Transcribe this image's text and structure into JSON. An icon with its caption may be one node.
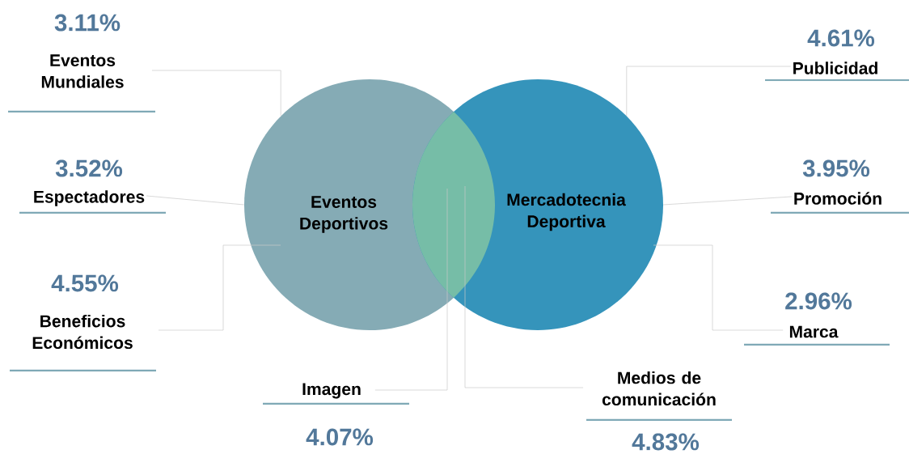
{
  "diagram": {
    "nodes": [
      {
        "text": [
          "Eventos Deportivos"
        ]
      },
      {
        "text": [
          "Mercadotecnia Deportiva"
        ]
      },
      {
        "text": [],
        "shape": "lens"
      },
      {
        "text": [
          "3.11%",
          "Eventos Mundiales"
        ]
      },
      {
        "text": [
          "3.52%",
          "Espectadores"
        ]
      },
      {
        "text": [
          "4.55%",
          "Beneficios Económicos"
        ]
      },
      {
        "text": [
          "Imagen",
          "4.07%"
        ]
      },
      {
        "text": [
          "Medios de comunicación",
          "4.83%"
        ]
      },
      {
        "text": [
          "4.61%",
          "Publicidad"
        ]
      },
      {
        "text": [
          "3.95%",
          "Promoción"
        ]
      },
      {
        "text": [
          "2.96%",
          "Marca"
        ]
      }
    ],
    "edges": [
      {
        "from": 3,
        "to": 0,
        "arrow": "none"
      },
      {
        "from": 4,
        "to": 0,
        "arrow": "none"
      },
      {
        "from": 5,
        "to": 0,
        "arrow": "none"
      },
      {
        "from": 6,
        "to": 2,
        "arrow": "none"
      },
      {
        "from": 7,
        "to": 2,
        "arrow": "none"
      },
      {
        "from": 8,
        "to": 1,
        "arrow": "none"
      },
      {
        "from": 9,
        "to": 1,
        "arrow": "none"
      },
      {
        "from": 10,
        "to": 1,
        "arrow": "none"
      }
    ]
  }
}
